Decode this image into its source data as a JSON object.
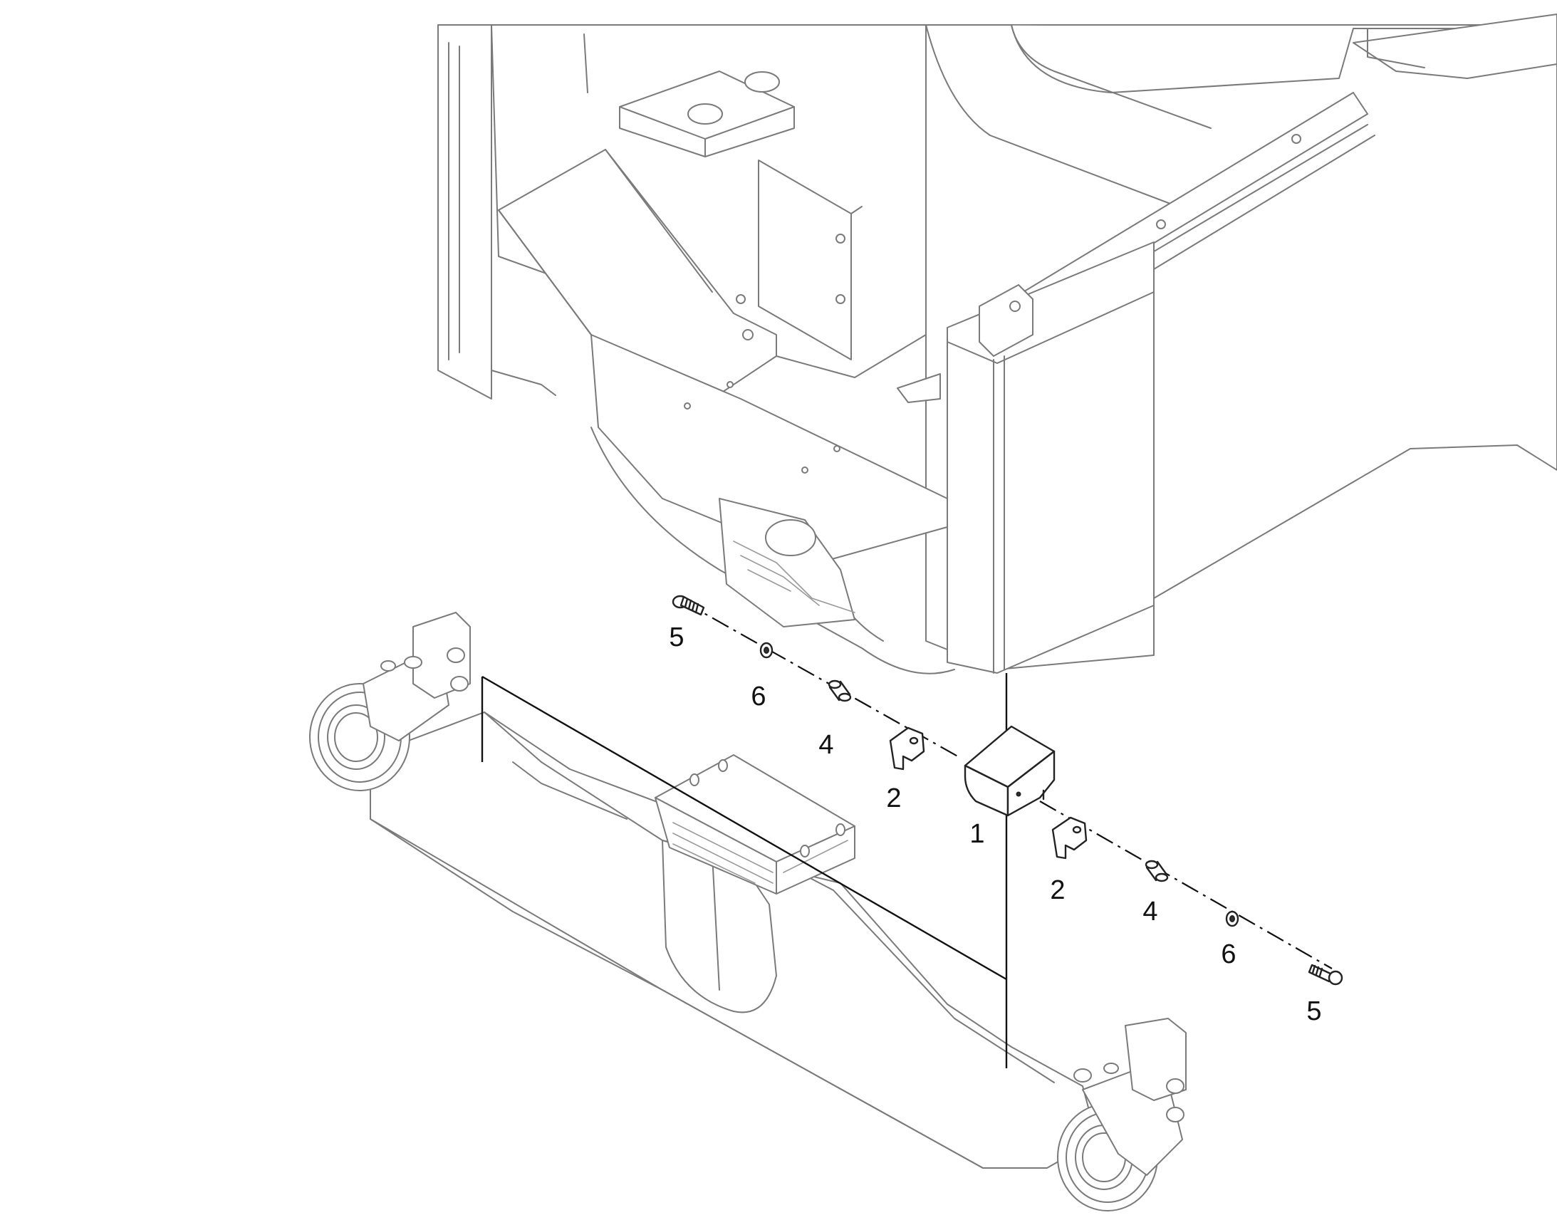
{
  "callouts": {
    "c1": "1",
    "c2a": "2",
    "c2b": "2",
    "c4a": "4",
    "c4b": "4",
    "c5a": "5",
    "c5b": "5",
    "c6a": "6",
    "c6b": "6"
  }
}
